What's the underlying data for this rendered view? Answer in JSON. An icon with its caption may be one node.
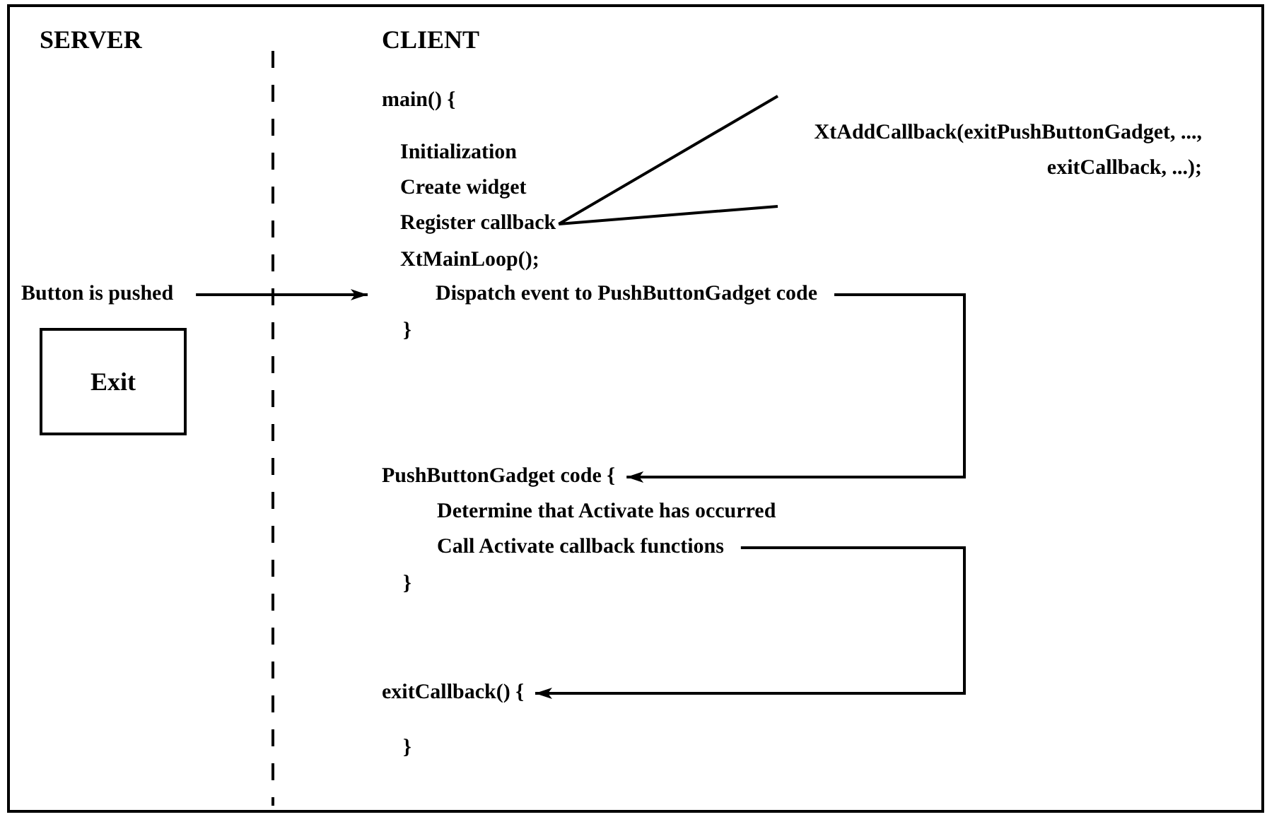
{
  "diagram": {
    "nodes": [
      {
        "text": [
          "Button is pushed"
        ]
      },
      {
        "text": [
          "Exit"
        ]
      },
      {
        "text": [
          "Register callback"
        ]
      },
      {
        "text": [
          "XtAddCallback(exitPushButtonGadget, ..., exitCallback, ...);"
        ]
      },
      {
        "text": [
          "Dispatch event to PushButtonGadget code"
        ]
      },
      {
        "text": [
          "PushButtonGadget code {"
        ]
      },
      {
        "text": [
          "Call Activate callback functions"
        ]
      },
      {
        "text": [
          "exitCallback() {"
        ]
      }
    ],
    "edges": [
      {
        "from": 0,
        "to": 4,
        "arrow": "to"
      },
      {
        "from": 4,
        "to": 5,
        "arrow": "to"
      },
      {
        "from": 6,
        "to": 7,
        "arrow": "to"
      },
      {
        "from": 3,
        "to": 2,
        "arrow": "none"
      }
    ],
    "labels": [
      "SERVER",
      "CLIENT",
      "main() {",
      "Initialization",
      "Create widget",
      "XtMainLoop();",
      "}",
      "Determine that Activate has occurred",
      "}",
      "}"
    ]
  }
}
